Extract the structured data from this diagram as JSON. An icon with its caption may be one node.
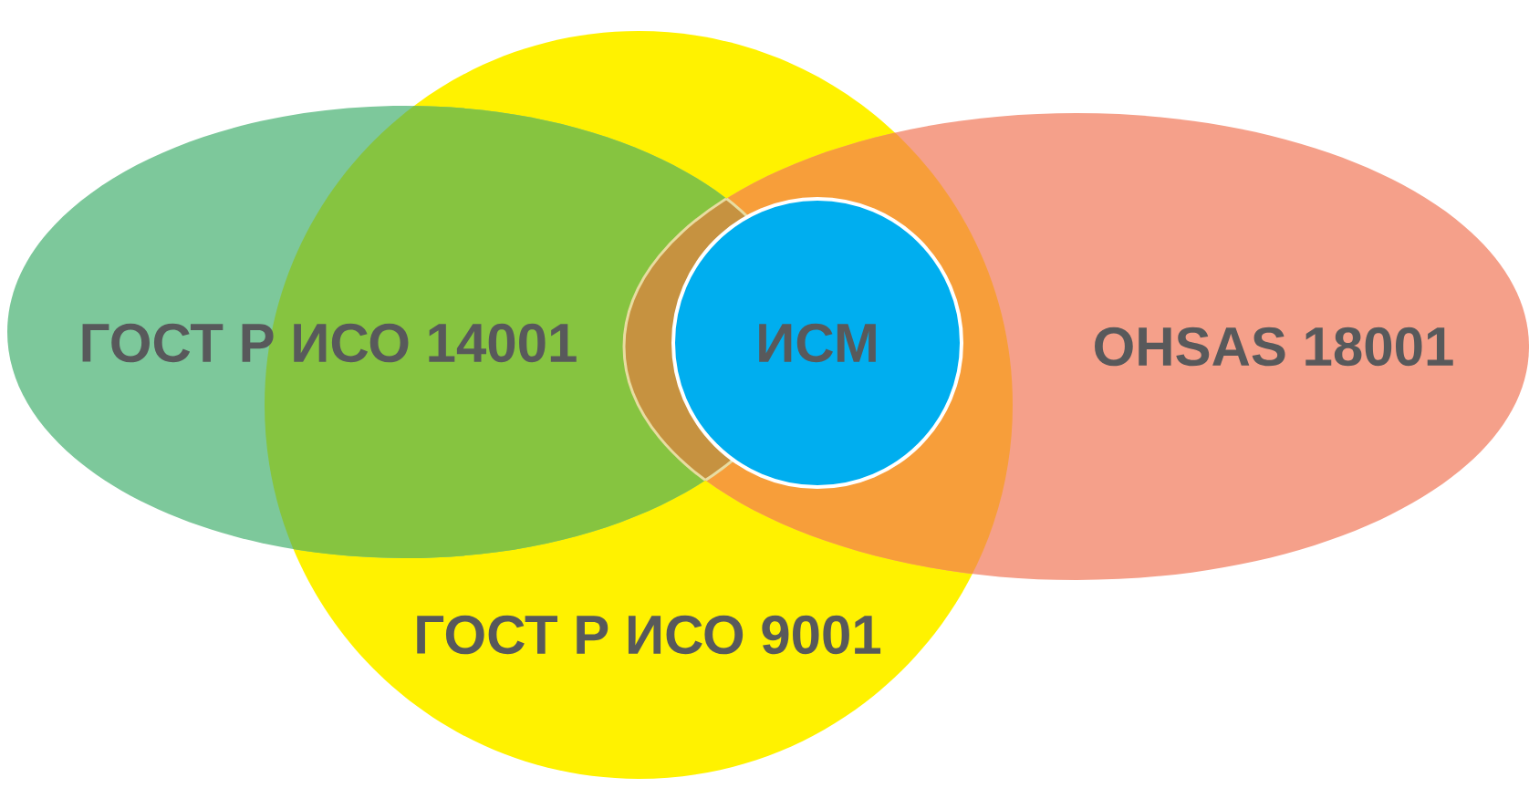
{
  "diagram": {
    "nodes": [
      {
        "text": [
          "ГОСТ Р ИСО 14001"
        ]
      },
      {
        "text": [
          "ГОСТ Р ИСО 9001"
        ]
      },
      {
        "text": [
          "OHSAS 18001"
        ]
      },
      {
        "text": [
          "ИСМ"
        ]
      }
    ]
  }
}
